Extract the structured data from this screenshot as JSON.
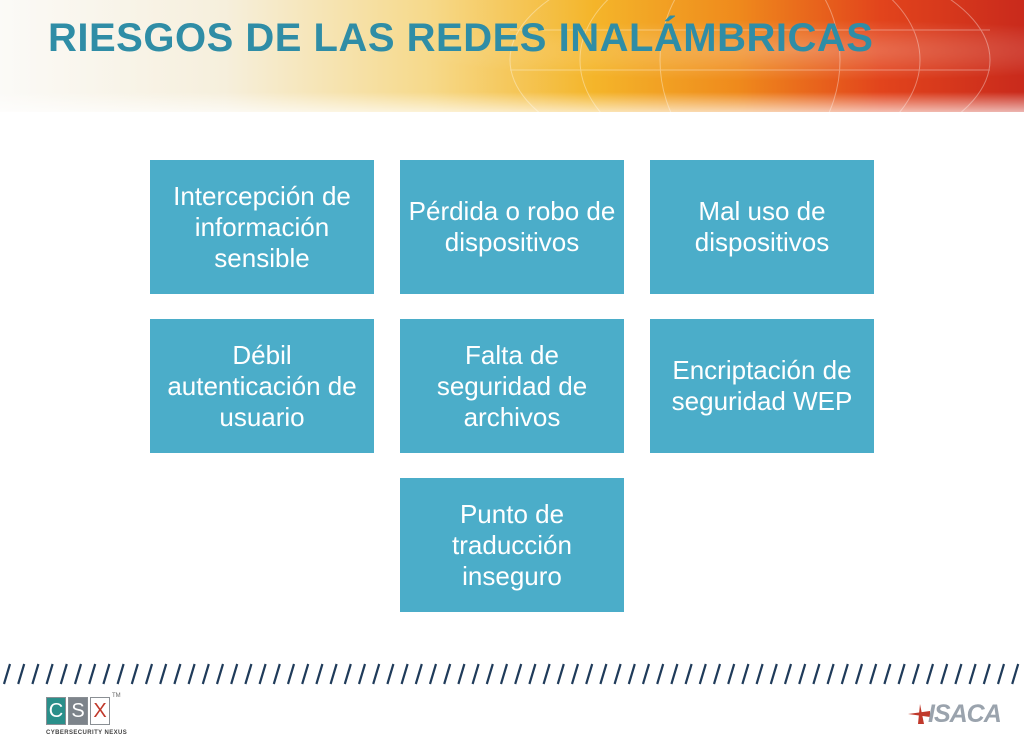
{
  "slide": {
    "title": "RIESGOS DE LAS REDES INALÁMBRICAS"
  },
  "tiles": [
    "Intercepción de información sensible",
    "Pérdida o robo de dispositivos",
    "Mal uso de dispositivos",
    "Débil autenticación de usuario",
    "Falta de seguridad de archivos",
    "Encriptación de seguridad WEP",
    "Punto de traducción inseguro"
  ],
  "footer": {
    "csx_letters": [
      "C",
      "S",
      "X"
    ],
    "csx_trademark": "TM",
    "csx_caption": "CYBERSECURITY NEXUS",
    "isaca_text": "ISACA"
  },
  "colors": {
    "title": "#2f8da6",
    "tile": "#4badc9",
    "csx_teal": "#2a8f8a",
    "csx_gray": "#7d848b",
    "stripes": "#1f3b5a"
  }
}
